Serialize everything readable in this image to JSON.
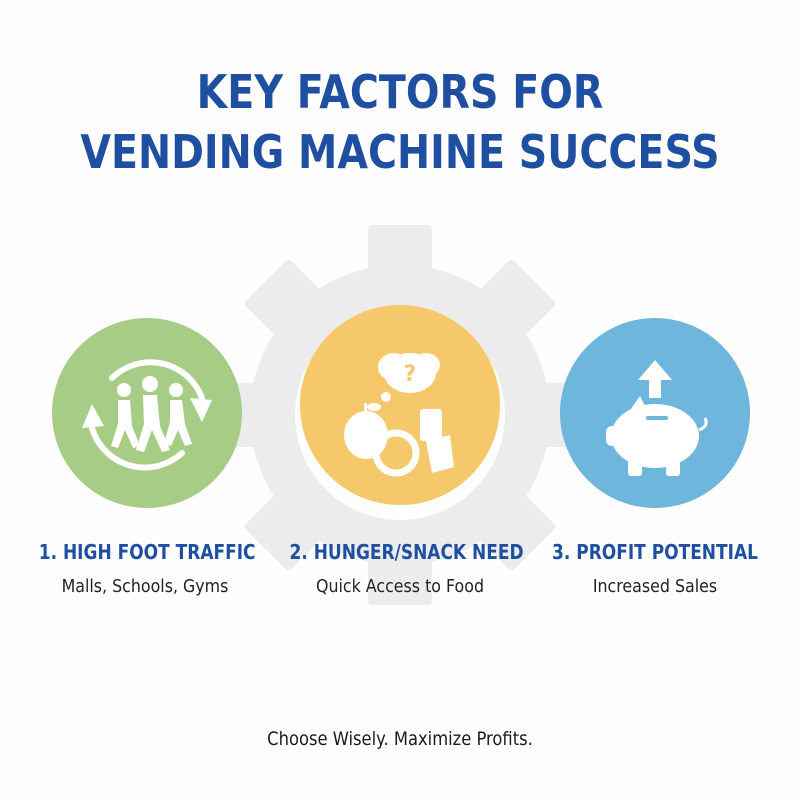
{
  "title": {
    "line1": "KEY FACTORS FOR",
    "line2": "VENDING MACHINE SUCCESS"
  },
  "factors": [
    {
      "title": "1. HIGH FOOT TRAFFIC",
      "subtitle": "Malls, Schools, Gyms",
      "icon": "walking-people-cycle-icon",
      "color": "#a7cc86"
    },
    {
      "title": "2. HUNGER/SNACK NEED",
      "subtitle": "Quick Access to Food",
      "icon": "snacks-question-icon",
      "color": "#f5c96b"
    },
    {
      "title": "3. PROFIT POTENTIAL",
      "subtitle": "Increased Sales",
      "icon": "piggy-bank-up-arrow-icon",
      "color": "#6fb6dd"
    }
  ],
  "tagline": "Choose Wisely. Maximize Profits.",
  "colors": {
    "title": "#1f4fa0",
    "gear": "#ececec"
  },
  "icons": {
    "background": "gear-icon"
  }
}
